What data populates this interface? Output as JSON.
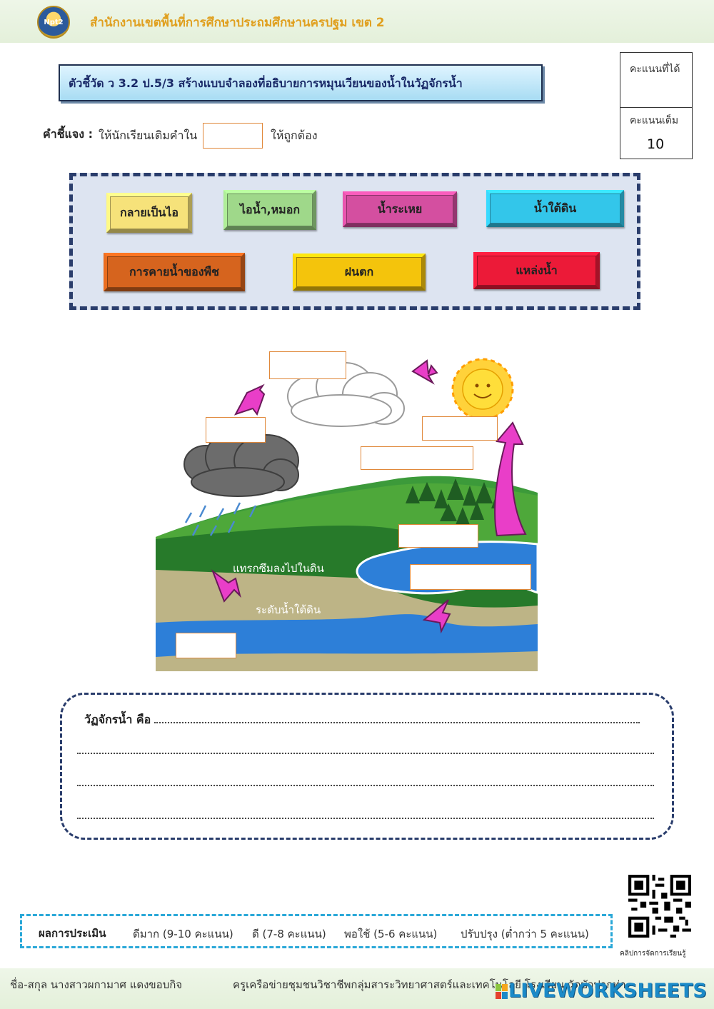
{
  "header": {
    "office": "สำนักงานเขตพื้นที่การศึกษาประถมศึกษานครปฐม เขต 2",
    "logo_text": "Npt2"
  },
  "indicator": "ตัวชี้วัด ว 3.2 ป.5/3 สร้างแบบจำลองที่อธิบายการหมุนเวียนของน้ำในวัฏจักรน้ำ",
  "score": {
    "got_label": "คะแนนที่ได้",
    "full_label": "คะแนนเต็ม",
    "full_value": "10"
  },
  "instruction": {
    "label": "คำชี้แจง :",
    "text_before": "ให้นักเรียนเติมคำใน",
    "text_after": "ให้ถูกต้อง"
  },
  "word_bank": [
    {
      "text": "กลายเป็นไอ",
      "color": "#f6e27a"
    },
    {
      "text": "ไอน้ำ,หมอก",
      "color": "#9fd88a"
    },
    {
      "text": "น้ำระเหย",
      "color": "#d44fa0"
    },
    {
      "text": "น้ำใต้ดิน",
      "color": "#33c6ea"
    },
    {
      "text": "การคายน้ำของพืช",
      "color": "#d6641e"
    },
    {
      "text": "ฝนตก",
      "color": "#f4c40c"
    },
    {
      "text": "แหล่งน้ำ",
      "color": "#ec1a38"
    }
  ],
  "diagram": {
    "label_seep": "แทรกซึมลงไปในดิน",
    "label_groundwater_level": "ระดับน้ำใต้ดิน"
  },
  "answer": {
    "label": "วัฏจักรน้ำ คือ"
  },
  "qr_caption": "คลิปการจัดการเรียนรู้",
  "evaluation": {
    "label": "ผลการประเมิน",
    "levels": [
      "ดีมาก (9-10 คะแนน)",
      "ดี (7-8 คะแนน)",
      "พอใช้  (5-6 คะแนน)",
      "ปรับปรุง (ต่ำกว่า 5 คะแนน)"
    ]
  },
  "footer": {
    "name": "ชื่อ-สกุล นางสาวผกามาศ  แดงขอบกิจ",
    "teacher": "ครูเครือข่ายชุมชนวิชาชีพกลุ่มสาระวิทยาศาสตร์และเทคโนโลยี โรงเรียน วัดบัวปากท่า",
    "brand": "LIVEWORKSHEETS"
  }
}
